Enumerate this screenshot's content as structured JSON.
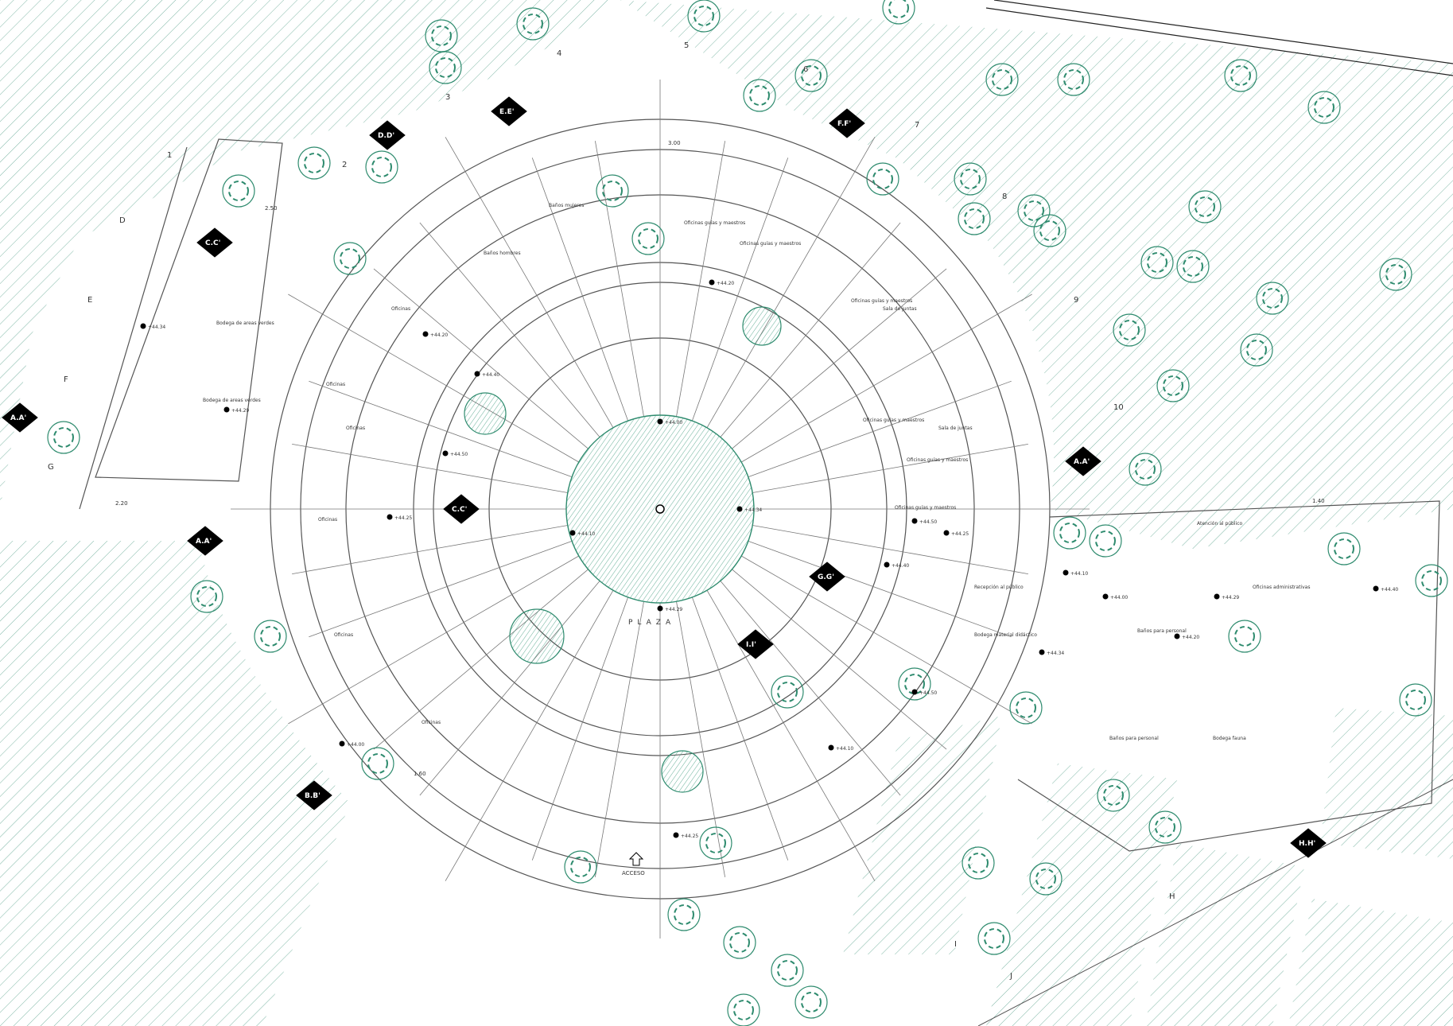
{
  "plan": {
    "plaza_label": "PLAZA",
    "access_label": "ACCESO",
    "colors": {
      "line": "#555555",
      "hatch": "#7fb7a6",
      "tree": "#2e8b6e",
      "marker": "#000000"
    },
    "rooms": [
      {
        "id": "bodega-verde-1",
        "label": "Bodega de areas verdes"
      },
      {
        "id": "bodega-verde-2",
        "label": "Bodega de areas verdes"
      },
      {
        "id": "oficinas-1",
        "label": "Oficinas"
      },
      {
        "id": "oficinas-2",
        "label": "Oficinas"
      },
      {
        "id": "oficinas-3",
        "label": "Oficinas"
      },
      {
        "id": "oficinas-4",
        "label": "Oficinas"
      },
      {
        "id": "oficinas-5",
        "label": "Oficinas"
      },
      {
        "id": "oficinas-6",
        "label": "Oficinas"
      },
      {
        "id": "banos-mujeres",
        "label": "Baños mujeres"
      },
      {
        "id": "banos-hombres",
        "label": "Baños hombres"
      },
      {
        "id": "oficinas-guias-1",
        "label": "Oficinas guías y maestros"
      },
      {
        "id": "oficinas-guias-2",
        "label": "Oficinas guías y maestros"
      },
      {
        "id": "oficinas-guias-3",
        "label": "Oficinas guías y maestros"
      },
      {
        "id": "oficinas-guias-4",
        "label": "Oficinas guías y maestros"
      },
      {
        "id": "oficinas-guias-5",
        "label": "Oficinas guías y maestros"
      },
      {
        "id": "oficinas-guias-6",
        "label": "Oficinas guías y maestros"
      },
      {
        "id": "sala-juntas-1",
        "label": "Sala de juntas"
      },
      {
        "id": "sala-juntas-2",
        "label": "Sala de juntas"
      },
      {
        "id": "atencion-publico",
        "label": "Atención al público"
      },
      {
        "id": "recepcion-publico",
        "label": "Recepción al público"
      },
      {
        "id": "bodega-material",
        "label": "Bodega material didáctico"
      },
      {
        "id": "banos-personal",
        "label": "Baños para personal"
      },
      {
        "id": "banos-personal-2",
        "label": "Baños para personal"
      },
      {
        "id": "bodega-fauna",
        "label": "Bodega fauna"
      },
      {
        "id": "oficinas-administrativas",
        "label": "Oficinas administrativas"
      }
    ],
    "section_markers": [
      "A.A'",
      "A.A'",
      "A.A'",
      "B.B'",
      "C.C'",
      "C.C'",
      "D.D'",
      "E.E'",
      "F.F'",
      "G.G'",
      "H.H'",
      "I.I'"
    ],
    "level_marks": [
      "+44.34",
      "+44.29",
      "+44.20",
      "+44.40",
      "+44.50",
      "+44.25",
      "+44.10",
      "+44.00"
    ],
    "axis_labels": [
      "1",
      "2",
      "3",
      "4",
      "5",
      "6",
      "7",
      "8",
      "9",
      "10",
      "D",
      "E",
      "F",
      "G",
      "H",
      "I",
      "J"
    ],
    "dimension_labels": [
      "2.50",
      "2.20",
      "3.00",
      "1.40",
      "1.60"
    ]
  }
}
